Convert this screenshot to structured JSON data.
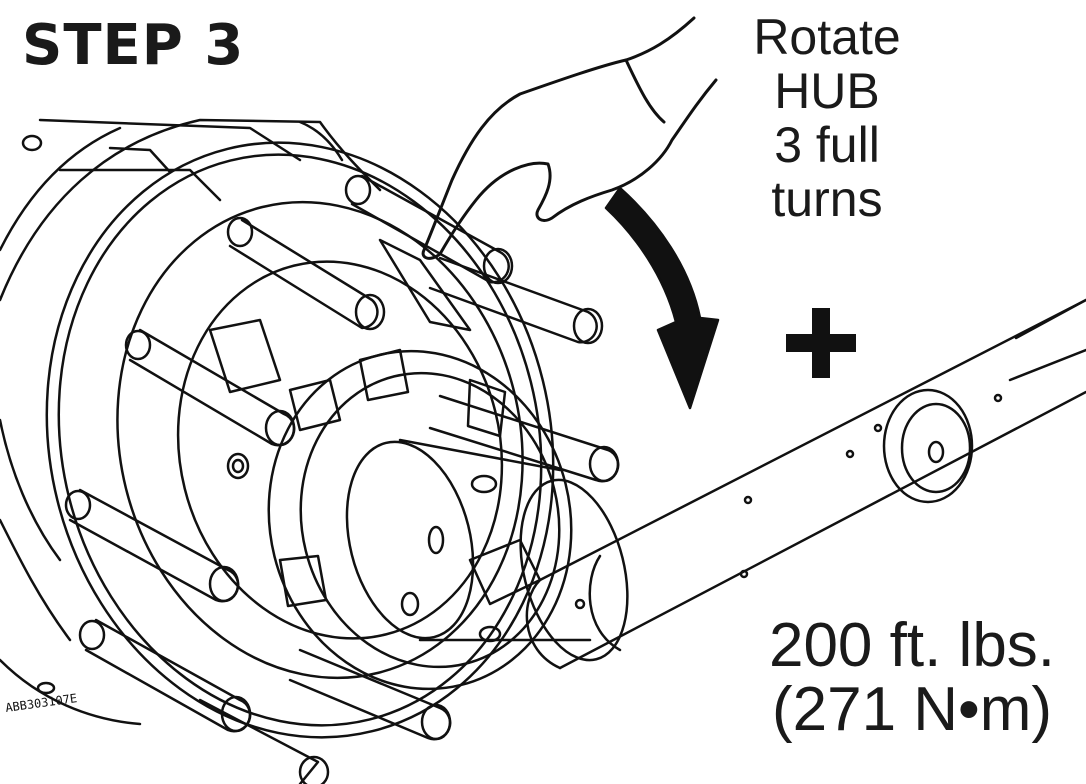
{
  "title": "STEP 3",
  "instruction": {
    "lines": [
      "Rotate",
      "HUB",
      "3 full",
      "turns"
    ]
  },
  "plus_symbol": "+",
  "torque": {
    "imperial": "200 ft. lbs.",
    "metric": "(271 N•m)"
  },
  "part_marking": "ABB303107E",
  "icons": {
    "hand": "hand-pointing-icon",
    "arrow": "rotation-arrow-icon",
    "plus": "plus-icon"
  },
  "colors": {
    "ink": "#1a1a1a",
    "background": "#ffffff"
  }
}
